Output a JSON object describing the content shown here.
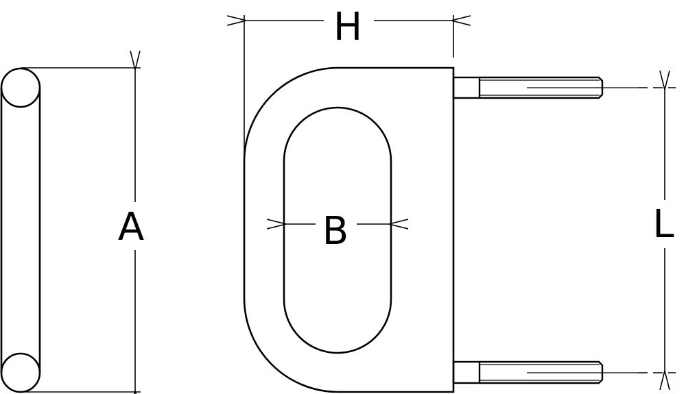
{
  "labels": {
    "A": "A",
    "B": "B",
    "H": "H",
    "L": "L"
  },
  "colors": {
    "line": "#000000",
    "background": "#ffffff"
  }
}
